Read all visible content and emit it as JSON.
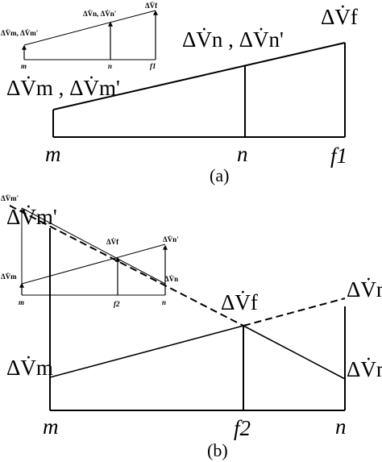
{
  "panel_a": {
    "caption": "(a)",
    "left_label": "ΔV̇m , ΔV̇m'",
    "mid_label": "ΔV̇n , ΔV̇n'",
    "right_label": "ΔV̇f",
    "x_labels": {
      "left": "m",
      "mid": "n",
      "right": "f1"
    },
    "inset": {
      "left_label": "ΔV̇m, ΔV̇m'",
      "mid_label": "ΔV̇n, ΔV̇n'",
      "right_label": "ΔV̇f",
      "x_labels": {
        "left": "m",
        "mid": "n",
        "right": "f1"
      }
    }
  },
  "panel_b": {
    "caption": "(b)",
    "left_label": "ΔV̇m",
    "left_top_label": "ΔV̇m'",
    "mid_label": "ΔV̇f",
    "right_top_label": "ΔV̇n'",
    "right_bottom_label": "ΔV̇n",
    "x_labels": {
      "left": "m",
      "mid": "f2",
      "right": "n"
    },
    "inset": {
      "left_top_label": "ΔV̇m'",
      "left_bottom_label": "ΔV̇m",
      "mid_label": "ΔV̇f",
      "right_top_label": "ΔV̇n'",
      "right_bottom_label": "ΔV̇n",
      "x_labels": {
        "left": "m",
        "mid": "f2",
        "right": "n"
      }
    }
  }
}
